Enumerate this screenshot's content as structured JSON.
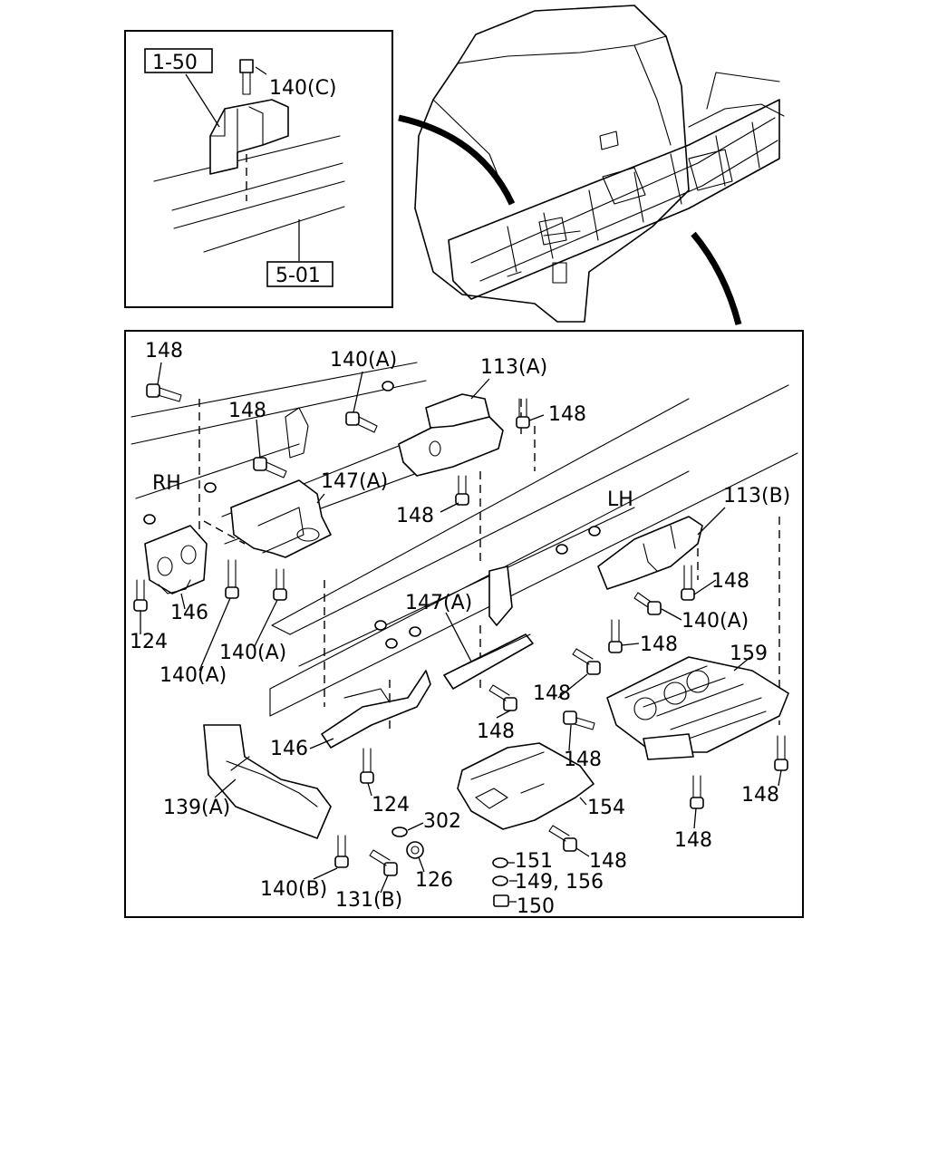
{
  "inset": {
    "ref_top": "1-50",
    "ref_bottom": "5-01",
    "bolt_label": "140(C)"
  },
  "labels": {
    "rh": "RH",
    "lh": "LH",
    "p148_a": "148",
    "p140A_a": "140(A)",
    "p113A": "113(A)",
    "p148_b": "148",
    "p148_c": "148",
    "p147A_a": "147(A)",
    "p148_d": "148",
    "p113B": "113(B)",
    "p148_e": "148",
    "p146_a": "146",
    "p124_a": "124",
    "p140A_b": "140(A)",
    "p140A_c": "140(A)",
    "p147A_b": "147(A)",
    "p140A_d": "140(A)",
    "p148_f": "148",
    "p159": "159",
    "p148_g": "148",
    "p148_h": "148",
    "p148_i": "148",
    "p146_b": "146",
    "p139A": "139(A)",
    "p124_b": "124",
    "p302": "302",
    "p154": "154",
    "p148_j": "148",
    "p148_k": "148",
    "p140B": "140(B)",
    "p131B": "131(B)",
    "p126": "126",
    "p151": "151",
    "p149_156": "149, 156",
    "p150": "150"
  }
}
